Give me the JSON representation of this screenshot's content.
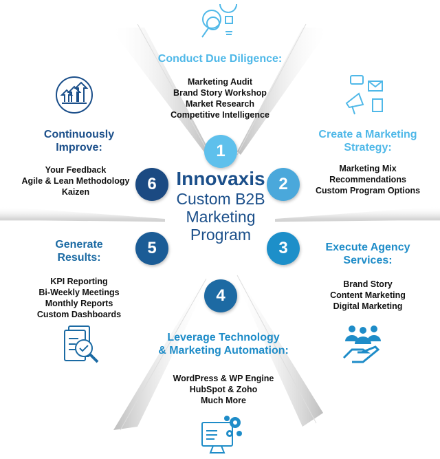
{
  "center": {
    "brand": "Innovaxis",
    "lines": [
      "Custom B2B",
      "Marketing",
      "Program"
    ]
  },
  "colors": {
    "light_blue": "#4fb8e8",
    "mid_blue": "#3aa3d8",
    "blue": "#1e8cc8",
    "dark_blue": "#1b6aa3",
    "navy": "#1b4f8a"
  },
  "steps": [
    {
      "number": "1",
      "title": "Conduct Due Diligence:",
      "items": [
        "Marketing Audit",
        "Brand Story Workshop",
        "Market Research",
        "Competitive Intelligence"
      ],
      "icon": "gear-magnifier-lightbulb-icon"
    },
    {
      "number": "2",
      "title_lines": [
        "Create a Marketing",
        "Strategy:"
      ],
      "items": [
        "Marketing Mix",
        "Recommendations",
        "Custom Program Options"
      ],
      "icon": "megaphone-social-icon"
    },
    {
      "number": "3",
      "title_lines": [
        "Execute Agency",
        "Services:"
      ],
      "items": [
        "Brand Story",
        "Content Marketing",
        "Digital Marketing"
      ],
      "icon": "hand-holding-people-icon"
    },
    {
      "number": "4",
      "title_lines": [
        "Leverage Technology",
        "& Marketing Automation:"
      ],
      "items": [
        "WordPress & WP Engine",
        "HubSpot & Zoho",
        "Much More"
      ],
      "icon": "monitor-gears-icon"
    },
    {
      "number": "5",
      "title_lines": [
        "Generate",
        "Results:"
      ],
      "items": [
        "KPI Reporting",
        "Bi-Weekly Meetings",
        "Monthly Reports",
        "Custom Dashboards"
      ],
      "icon": "report-magnifier-check-icon"
    },
    {
      "number": "6",
      "title_lines": [
        "Continuously",
        "Improve:"
      ],
      "items": [
        "Your Feedback",
        "Agile & Lean Methodology",
        "Kaizen"
      ],
      "icon": "cycle-growth-arrows-icon"
    }
  ]
}
